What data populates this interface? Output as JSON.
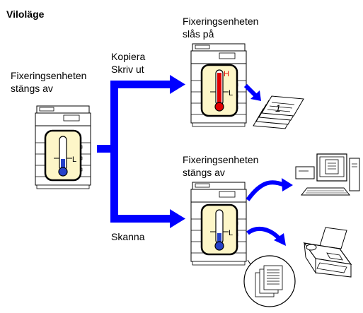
{
  "title": "Viloläge",
  "left_label": {
    "line1": "Fixeringsenheten",
    "line2": "stängs av"
  },
  "branch_top": {
    "line1": "Kopiera",
    "line2": "Skriv ut"
  },
  "branch_bottom": "Skanna",
  "top_result": {
    "line1": "Fixeringsenheten",
    "line2": "slås på"
  },
  "bottom_result": {
    "line1": "Fixeringsenheten",
    "line2": "stängs av"
  },
  "thermometer_marks": {
    "high": "H",
    "low": "L"
  },
  "colors": {
    "arrow": "#0000ff",
    "hot": "#e00000",
    "cold": "#2540c8",
    "panel": "#fdf6c8"
  }
}
